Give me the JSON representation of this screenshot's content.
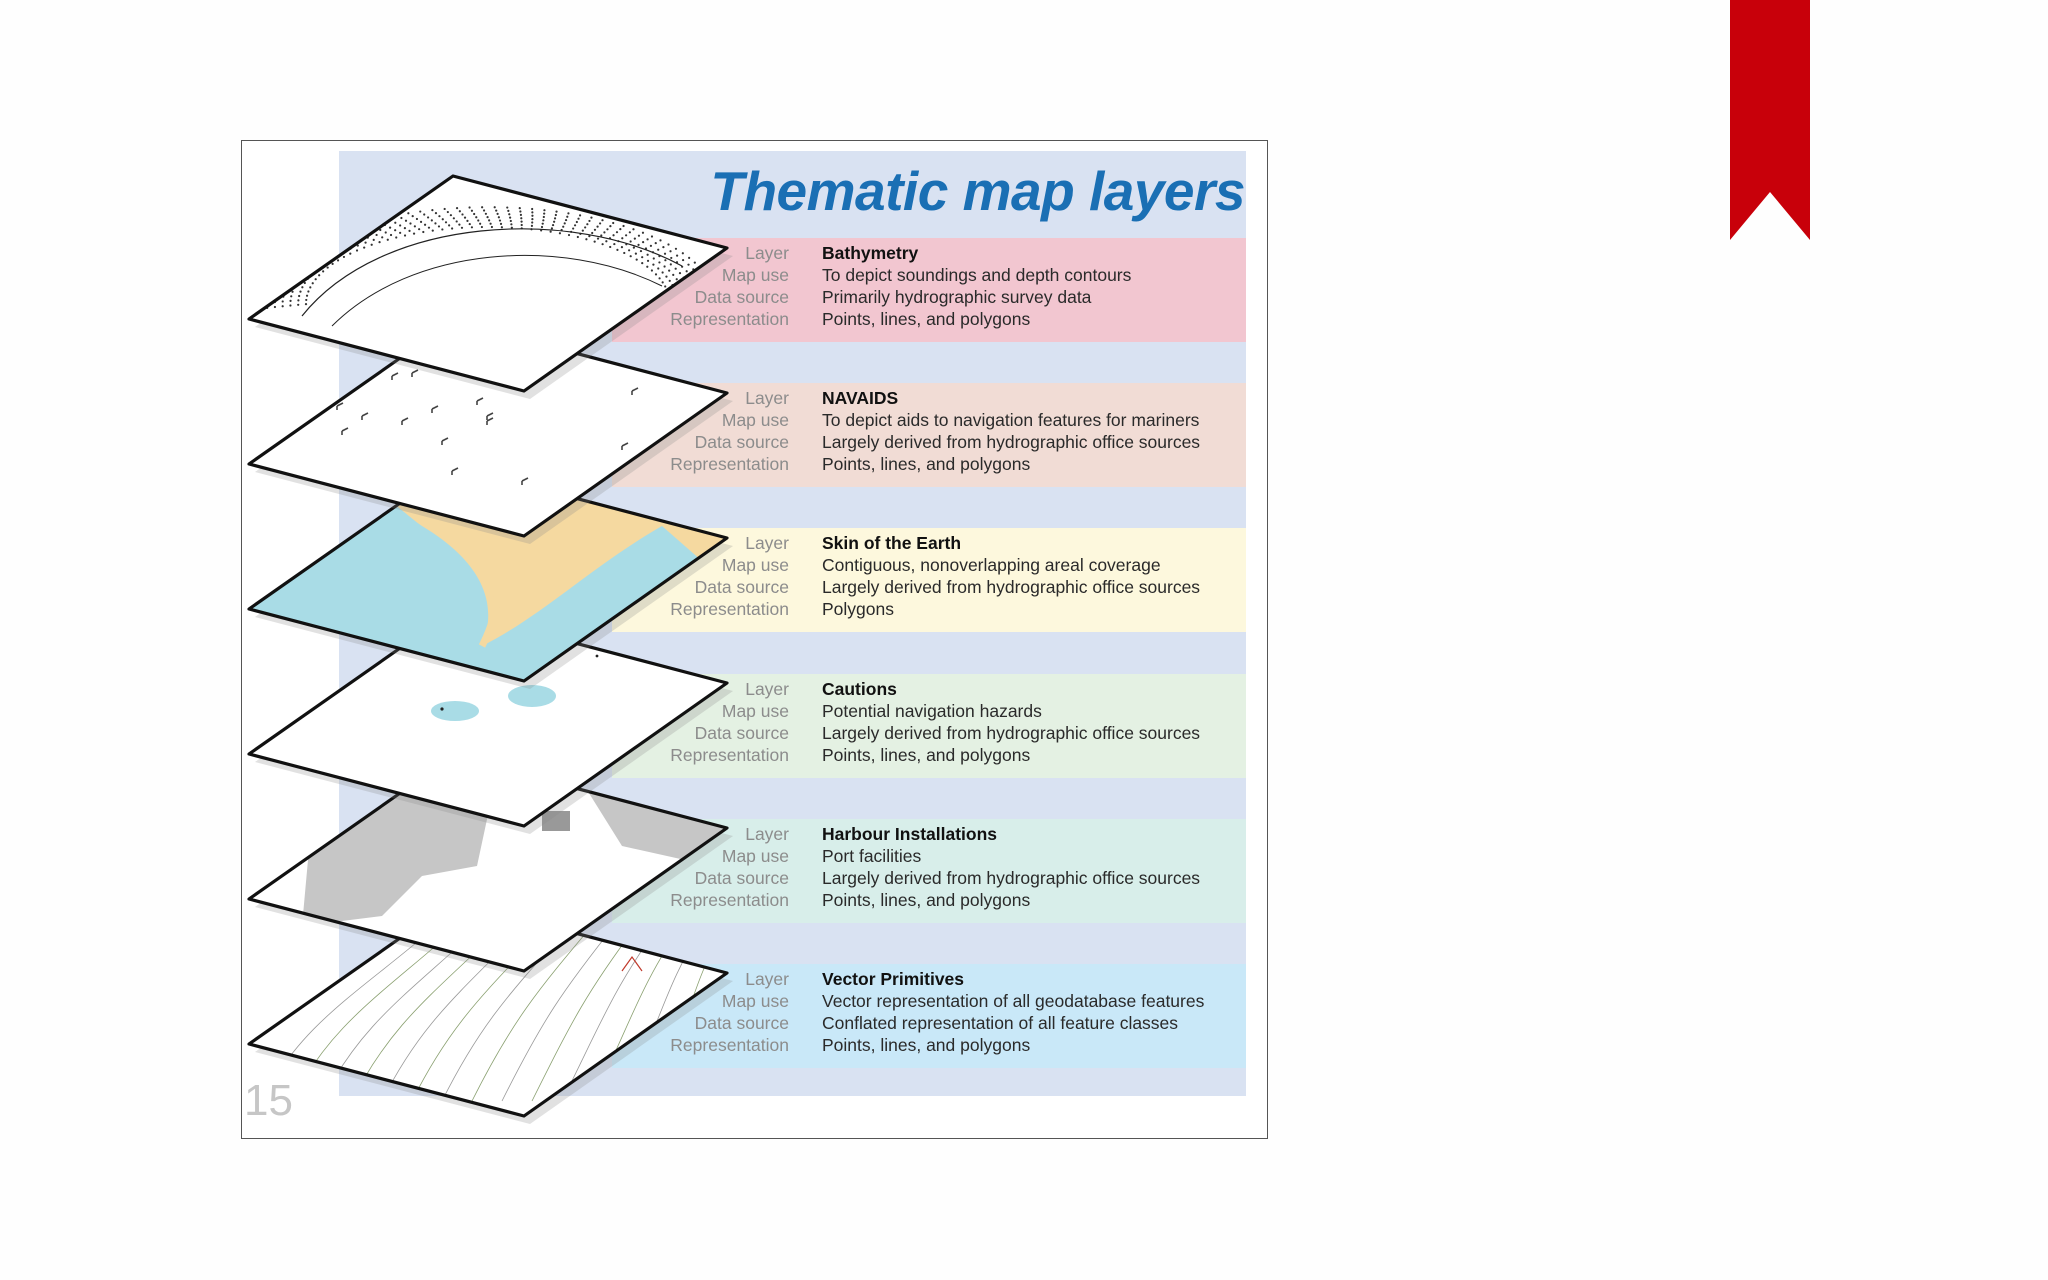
{
  "page_number": "15",
  "title": "Thematic map layers",
  "field_labels": {
    "layer": "Layer",
    "map_use": "Map use",
    "data_source": "Data source",
    "representation": "Representation"
  },
  "colors": {
    "ribbon": "#c8000a",
    "title": "#1a6fb4",
    "panel": "#d9e2f2",
    "water": "#a9dce6",
    "land": "#f5d9a0",
    "building": "#c6c6c6"
  },
  "layers": [
    {
      "name": "Bathymetry",
      "map_use": "To depict soundings and depth contours",
      "data_source": "Primarily hydrographic survey data",
      "representation": "Points, lines, and polygons",
      "band_color": "#f2c6d0"
    },
    {
      "name": "NAVAIDS",
      "map_use": "To depict aids to navigation features for mariners",
      "data_source": "Largely derived from hydrographic office sources",
      "representation": "Points, lines, and polygons",
      "band_color": "#f1dcd5"
    },
    {
      "name": "Skin of the Earth",
      "map_use": "Contiguous, nonoverlapping areal coverage",
      "data_source": "Largely derived from hydrographic office sources",
      "representation": "Polygons",
      "band_color": "#fdf8dd"
    },
    {
      "name": "Cautions",
      "map_use": "Potential navigation hazards",
      "data_source": "Largely derived from hydrographic office sources",
      "representation": "Points, lines, and polygons",
      "band_color": "#e4f1e3"
    },
    {
      "name": "Harbour Installations",
      "map_use": "Port facilities",
      "data_source": "Largely derived from hydrographic office sources",
      "representation": "Points, lines, and polygons",
      "band_color": "#d8eeea"
    },
    {
      "name": "Vector Primitives",
      "map_use": "Vector representation of all geodatabase features",
      "data_source": "Conflated representation of all feature classes",
      "representation": "Points, lines, and polygons",
      "band_color": "#c9e8f8"
    }
  ]
}
